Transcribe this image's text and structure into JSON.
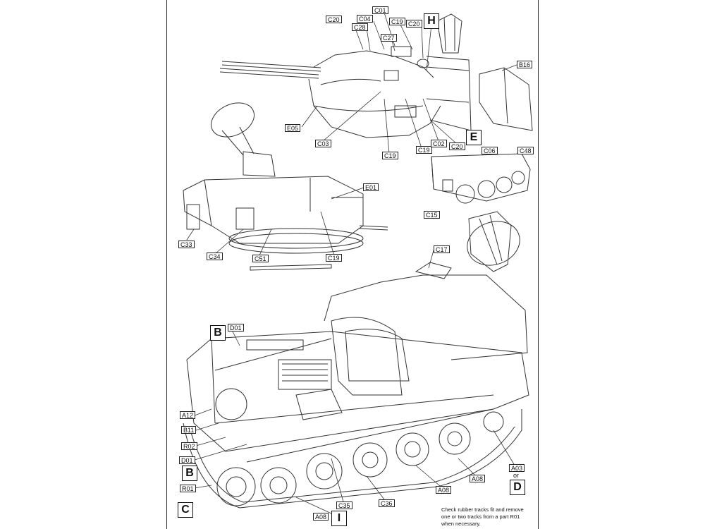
{
  "labels": {
    "c01": "C01",
    "c04": "C04",
    "c20_top_left": "C20",
    "c28": "C28",
    "c27": "C27",
    "c19_top": "C19",
    "c20_top_right": "C20",
    "b16": "B16",
    "e05": "E05",
    "c03": "C03",
    "c19_turret_a": "C19",
    "c19_turret_b": "C19",
    "c02": "C02",
    "c20_lower": "C20",
    "c06": "C06",
    "c48": "C48",
    "c15": "C15",
    "e01": "E01",
    "c33": "C33",
    "c34": "C34",
    "c51": "C51",
    "c19_mid": "C19",
    "c17": "C17",
    "d01_top": "D01",
    "a12": "A12",
    "b11": "B11",
    "r02": "R02",
    "d01_lower": "D01",
    "r01": "R01",
    "a08_bottom": "A08",
    "c35": "C35",
    "c36": "C36",
    "a08_mid": "A08",
    "a08_right": "A08",
    "a03": "A03"
  },
  "callouts": {
    "h": "H",
    "e": "E",
    "b_top": "B",
    "b_lower": "B",
    "c": "C",
    "i": "I",
    "d": "D"
  },
  "or_text": "or",
  "note": "Check rubber tracks fit and remove one or two tracks from a part R01 when necessary."
}
